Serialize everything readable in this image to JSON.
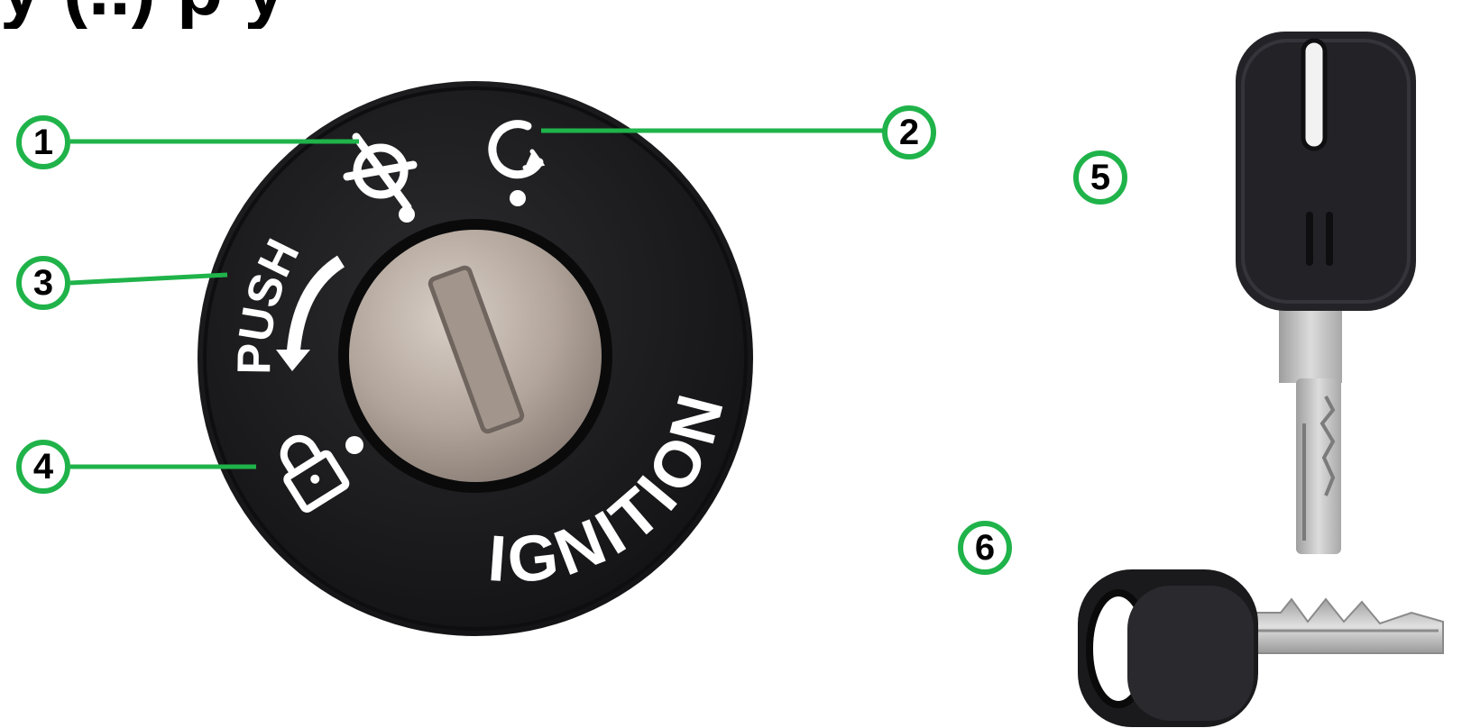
{
  "header": {
    "text": "y (..) p y"
  },
  "callouts": [
    {
      "id": 1,
      "label": "1"
    },
    {
      "id": 2,
      "label": "2"
    },
    {
      "id": 3,
      "label": "3"
    },
    {
      "id": 4,
      "label": "4"
    },
    {
      "id": 5,
      "label": "5"
    },
    {
      "id": 6,
      "label": "6"
    }
  ],
  "ignition_switch": {
    "push_text": "PUSH",
    "ignition_text": "IGNITION"
  },
  "colors": {
    "callout_green": "#1fb34a",
    "switch_body": "#1c1c1e",
    "cylinder_metal": "#b7aaa0",
    "key_plastic": "#222226",
    "key_blade": "#c9c9c9"
  }
}
